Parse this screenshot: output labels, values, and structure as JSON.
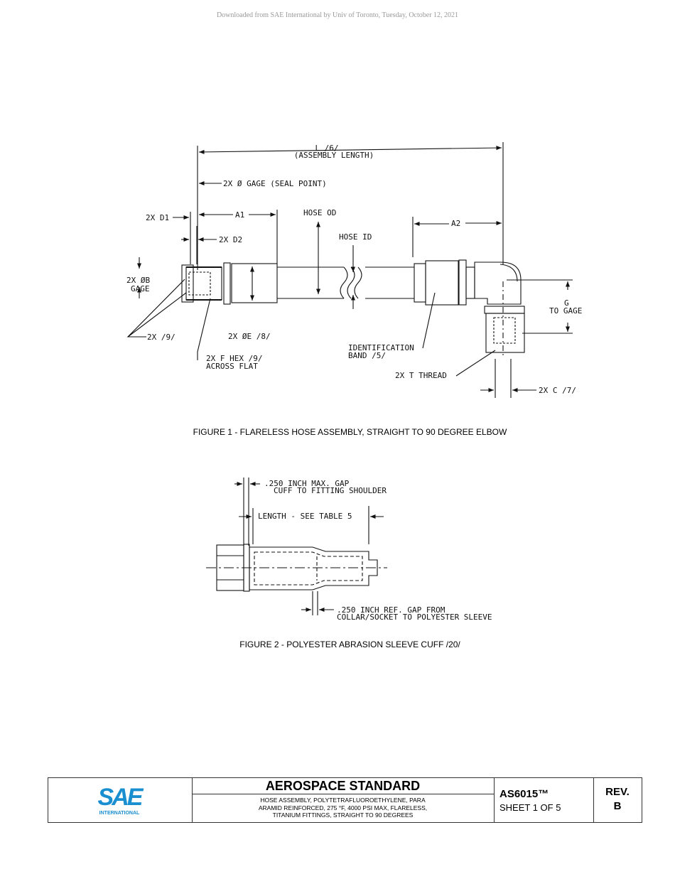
{
  "header": {
    "download_note": "Downloaded from SAE International by Univ of Toronto, Tuesday, October 12, 2021"
  },
  "figure1": {
    "caption": "FIGURE 1 - FLARELESS HOSE ASSEMBLY, STRAIGHT TO 90 DEGREE ELBOW",
    "labels": {
      "length_l": "L /6/",
      "assembly_length": "(ASSEMBLY LENGTH)",
      "gage_seal": "2X Ø GAGE (SEAL POINT)",
      "d1": "2X D1",
      "a1": "A1",
      "hose_od": "HOSE OD",
      "a2": "A2",
      "d2": "2X D2",
      "hose_id": "HOSE ID",
      "b_gage_1": "2X ØB",
      "b_gage_2": "GAGE",
      "g_1": "G",
      "g_2": "TO GAGE",
      "nine": "2X /9/",
      "e": "2X ØE /8/",
      "id_band_1": "IDENTIFICATION",
      "id_band_2": "BAND /5/",
      "f_hex_1": "2X F HEX /9/",
      "f_hex_2": "ACROSS FLAT",
      "t_thread": "2X T THREAD",
      "c": "2X C /7/"
    }
  },
  "figure2": {
    "caption": "FIGURE 2 - POLYESTER ABRASION SLEEVE CUFF /20/",
    "labels": {
      "gap_1": ".250 INCH MAX. GAP",
      "gap_2": "CUFF TO FITTING SHOULDER",
      "length": "LENGTH - SEE TABLE 5",
      "ref_1": ".250 INCH REF. GAP FROM",
      "ref_2": "COLLAR/SOCKET TO POLYESTER SLEEVE"
    }
  },
  "title_block": {
    "logo_letters": "SAE",
    "logo_sub": "INTERNATIONAL",
    "standard_type": "AEROSPACE STANDARD",
    "description_lines": [
      "HOSE ASSEMBLY, POLYTETRAFLUOROETHYLENE, PARA",
      "ARAMID REINFORCED, 275 °F, 4000 PSI MAX, FLARELESS,",
      "TITANIUM FITTINGS, STRAIGHT TO 90 DEGREES"
    ],
    "document_number": "AS6015™",
    "sheet": "SHEET 1 OF 5",
    "rev_label": "REV.",
    "rev_value": "B",
    "logo_color": "#1a8fd0"
  }
}
